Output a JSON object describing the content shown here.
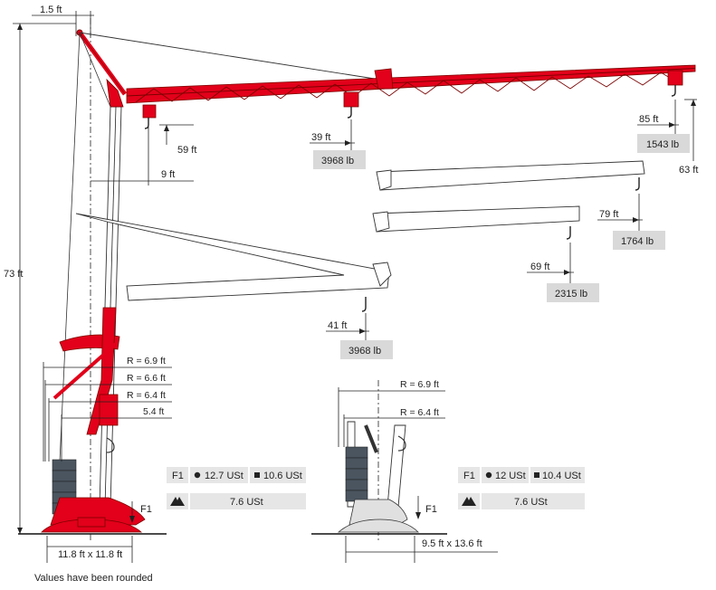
{
  "dimensions": {
    "top_offset": "1.5 ft",
    "height": "73 ft",
    "jib_tip_height": "63 ft",
    "inner_hook_height": "59 ft",
    "inner_radius": "9 ft"
  },
  "loads": [
    {
      "radius": "39 ft",
      "load": "3968 lb"
    },
    {
      "radius": "85 ft",
      "load": "1543 lb"
    },
    {
      "radius": "79 ft",
      "load": "1764 lb"
    },
    {
      "radius": "69 ft",
      "load": "2315 lb"
    },
    {
      "radius": "41 ft",
      "load": "3968 lb"
    }
  ],
  "counterweight_radii_left": [
    "R = 6.9 ft",
    "R = 6.6 ft",
    "R = 6.4 ft",
    "5.4 ft"
  ],
  "counterweight_radii_right": [
    "R = 6.9 ft",
    "R = 6.4 ft"
  ],
  "footprints": {
    "left": "11.8 ft x 11.8 ft",
    "right": "9.5 ft x 13.6 ft"
  },
  "tables": {
    "left": {
      "f1_label": "F1",
      "value_a": "12.7 USt",
      "value_b": "10.6 USt",
      "outrigger_value": "7.6 USt"
    },
    "right": {
      "f1_label": "F1",
      "value_a": "12 USt",
      "value_b": "10.4 USt",
      "outrigger_value": "7.6 USt"
    }
  },
  "force_labels": {
    "left": "F1",
    "right": "F1"
  },
  "note": "Values have been rounded",
  "colors": {
    "crane_red": "#e2001a",
    "counterweight": "#4a5560",
    "label_box": "#d9d9d9",
    "ground": "#111111"
  }
}
